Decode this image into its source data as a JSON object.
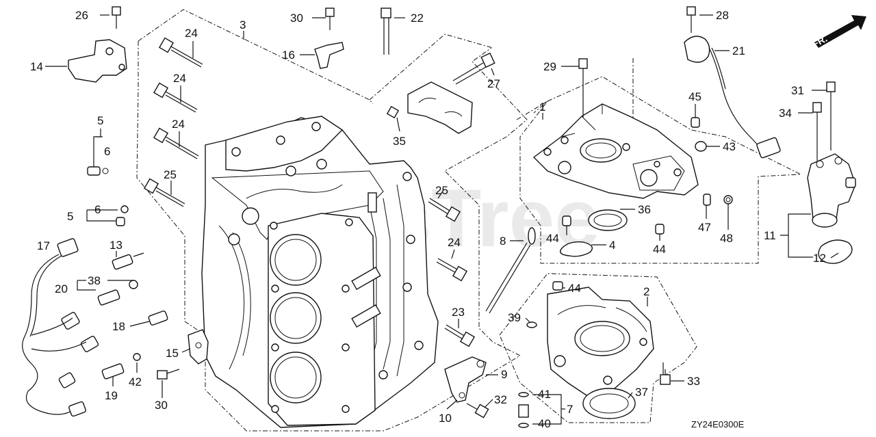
{
  "diagram_code": "ZY24E0300E",
  "watermark": "PartsTree",
  "front_marker": "FR.",
  "labels": [
    {
      "id": "l26",
      "text": "26"
    },
    {
      "id": "l14",
      "text": "14"
    },
    {
      "id": "l5a",
      "text": "5"
    },
    {
      "id": "l6a",
      "text": "6"
    },
    {
      "id": "l6b",
      "text": "6"
    },
    {
      "id": "l5b",
      "text": "5"
    },
    {
      "id": "l17",
      "text": "17"
    },
    {
      "id": "l13",
      "text": "13"
    },
    {
      "id": "l38",
      "text": "38"
    },
    {
      "id": "l20",
      "text": "20"
    },
    {
      "id": "l18",
      "text": "18"
    },
    {
      "id": "l15",
      "text": "15"
    },
    {
      "id": "l42",
      "text": "42"
    },
    {
      "id": "l19",
      "text": "19"
    },
    {
      "id": "l30b",
      "text": "30"
    },
    {
      "id": "l24a",
      "text": "24"
    },
    {
      "id": "l24b",
      "text": "24"
    },
    {
      "id": "l24c",
      "text": "24"
    },
    {
      "id": "l25a",
      "text": "25"
    },
    {
      "id": "l3",
      "text": "3"
    },
    {
      "id": "l30a",
      "text": "30"
    },
    {
      "id": "l16",
      "text": "16"
    },
    {
      "id": "l22",
      "text": "22"
    },
    {
      "id": "l27",
      "text": "27"
    },
    {
      "id": "l35",
      "text": "35"
    },
    {
      "id": "l25b",
      "text": "25"
    },
    {
      "id": "l24d",
      "text": "24"
    },
    {
      "id": "l8",
      "text": "8"
    },
    {
      "id": "l23",
      "text": "23"
    },
    {
      "id": "l9",
      "text": "9"
    },
    {
      "id": "l10",
      "text": "10"
    },
    {
      "id": "l32",
      "text": "32"
    },
    {
      "id": "l41",
      "text": "41"
    },
    {
      "id": "l7",
      "text": "7"
    },
    {
      "id": "l40",
      "text": "40"
    },
    {
      "id": "l39",
      "text": "39"
    },
    {
      "id": "l44c",
      "text": "44"
    },
    {
      "id": "l2",
      "text": "2"
    },
    {
      "id": "l37",
      "text": "37"
    },
    {
      "id": "l33",
      "text": "33"
    },
    {
      "id": "l29",
      "text": "29"
    },
    {
      "id": "l1",
      "text": "1"
    },
    {
      "id": "l28",
      "text": "28"
    },
    {
      "id": "l21",
      "text": "21"
    },
    {
      "id": "l45",
      "text": "45"
    },
    {
      "id": "l43",
      "text": "43"
    },
    {
      "id": "l36",
      "text": "36"
    },
    {
      "id": "l44a",
      "text": "44"
    },
    {
      "id": "l4",
      "text": "4"
    },
    {
      "id": "l44b",
      "text": "44"
    },
    {
      "id": "l47",
      "text": "47"
    },
    {
      "id": "l48",
      "text": "48"
    },
    {
      "id": "l31",
      "text": "31"
    },
    {
      "id": "l34",
      "text": "34"
    },
    {
      "id": "l11",
      "text": "11"
    },
    {
      "id": "l12",
      "text": "12"
    }
  ]
}
